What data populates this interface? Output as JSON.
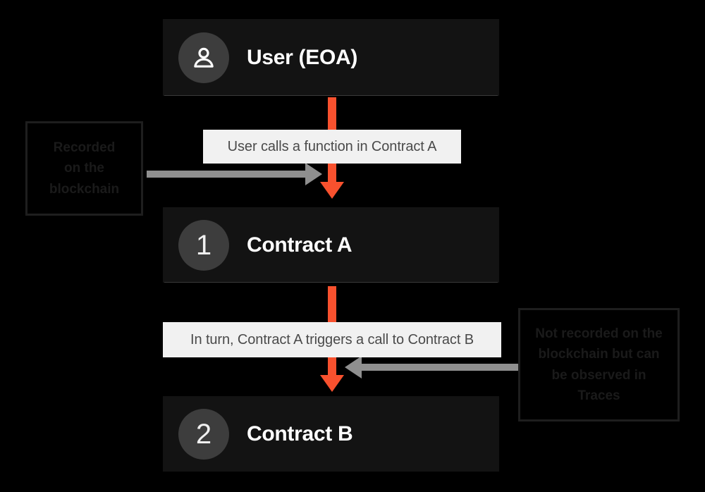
{
  "diagram": {
    "background_color": "#000000",
    "accent_color": "#f8512e",
    "node_fill_color": "#131313",
    "caption_fill_color": "#f1f1f1",
    "connector_color": "#8f8f8f",
    "nodes": [
      {
        "id": "user",
        "badge_type": "person-icon",
        "badge_text": "",
        "label": "User (EOA)"
      },
      {
        "id": "contract-a",
        "badge_type": "number",
        "badge_text": "1",
        "label": "Contract A"
      },
      {
        "id": "contract-b",
        "badge_type": "number",
        "badge_text": "2",
        "label": "Contract B"
      }
    ],
    "captions": [
      {
        "id": "step-1",
        "text": "User calls a function in Contract A"
      },
      {
        "id": "step-2",
        "text": "In turn, Contract A triggers a call to Contract B"
      }
    ],
    "callouts": [
      {
        "id": "recorded",
        "lines": [
          "Recorded",
          "on the",
          "blockchain"
        ],
        "text": "Recorded on the blockchain"
      },
      {
        "id": "not-recorded",
        "lines": [
          "Not recorded on the",
          "blockchain but can",
          "be observed in",
          "Traces"
        ],
        "text": "Not recorded on the blockchain but can be observed in Traces"
      }
    ]
  }
}
